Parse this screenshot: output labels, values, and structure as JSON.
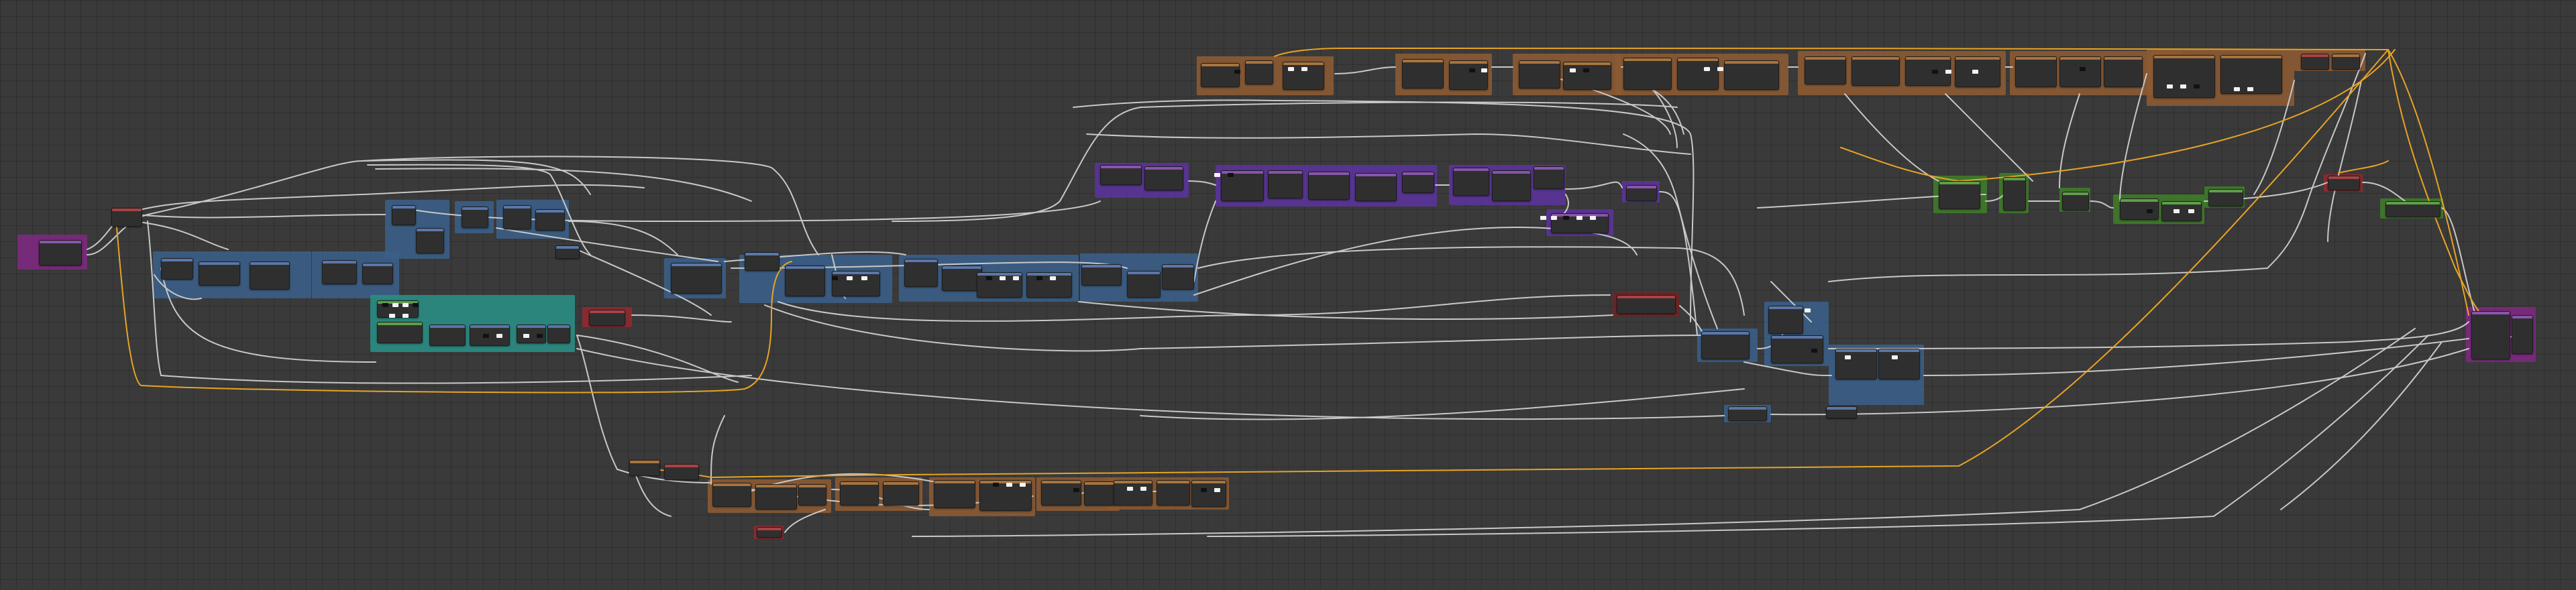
{
  "editor": {
    "type": "node-editor",
    "view": "shader-node-graph"
  },
  "colors": {
    "background": "#3a3a3a",
    "wire": "#c8c8c8",
    "wire_float": "#e8a424",
    "frame_purple": "#7b2a7e",
    "frame_brown": "#8a5a34",
    "frame_blue": "#3b5e86",
    "frame_teal": "#2a8c82",
    "frame_red": "#8e2a30",
    "frame_violet": "#5a3497",
    "frame_green": "#3f7a2a",
    "frame_maroon": "#6e2426",
    "node_body": "#2f2f2f",
    "node_header_blue": "#5a77a8",
    "node_header_green": "#5f9e4a",
    "node_header_red": "#a84242",
    "node_header_purple": "#8855aa"
  },
  "frames": [
    {
      "id": "input-frame",
      "color": "frame_purple",
      "label": ""
    },
    {
      "id": "left-blue-1",
      "color": "frame_blue",
      "label": ""
    },
    {
      "id": "left-blue-2",
      "color": "frame_blue",
      "label": ""
    },
    {
      "id": "left-blue-3",
      "color": "frame_blue",
      "label": ""
    },
    {
      "id": "teal-frame",
      "color": "frame_teal",
      "label": ""
    },
    {
      "id": "red-small-1",
      "color": "frame_red",
      "label": ""
    },
    {
      "id": "mid-blue-row",
      "color": "frame_blue",
      "label": ""
    },
    {
      "id": "violet-row",
      "color": "frame_violet",
      "label": ""
    },
    {
      "id": "brown-top-row",
      "color": "frame_brown",
      "label": ""
    },
    {
      "id": "brown-bottom-row",
      "color": "frame_brown",
      "label": ""
    },
    {
      "id": "green-row",
      "color": "frame_green",
      "label": ""
    },
    {
      "id": "maroon-small",
      "color": "frame_maroon",
      "label": ""
    },
    {
      "id": "right-blue-cluster",
      "color": "frame_blue",
      "label": ""
    },
    {
      "id": "output-frame",
      "color": "frame_purple",
      "label": ""
    }
  ]
}
